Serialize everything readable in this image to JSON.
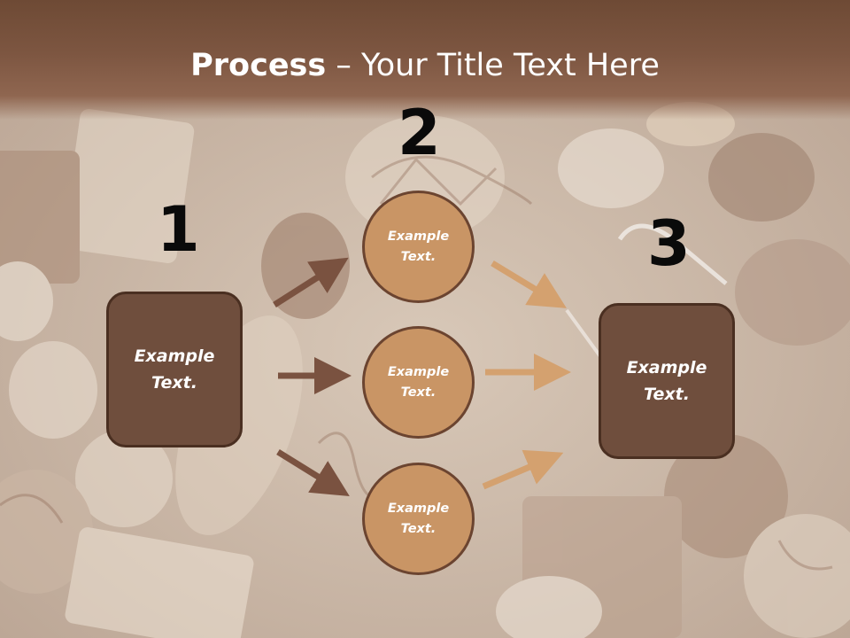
{
  "title": {
    "bold": "Process",
    "rest": " – Your Title Text Here"
  },
  "numbers": {
    "n1": "1",
    "n2": "2",
    "n3": "3"
  },
  "left_box": {
    "text_line1": "Example",
    "text_line2": "Text."
  },
  "right_box": {
    "text_line1": "Example",
    "text_line2": "Text."
  },
  "circles": [
    {
      "line1": "Example",
      "line2": "Text."
    },
    {
      "line1": "Example",
      "line2": "Text."
    },
    {
      "line1": "Example",
      "line2": "Text."
    }
  ],
  "colors": {
    "title_band": "#7d5641",
    "box_fill": "#6f4e3d",
    "circle_fill": "#c99565",
    "arrow_dark": "#7a5240",
    "arrow_light": "#d4a16f"
  }
}
